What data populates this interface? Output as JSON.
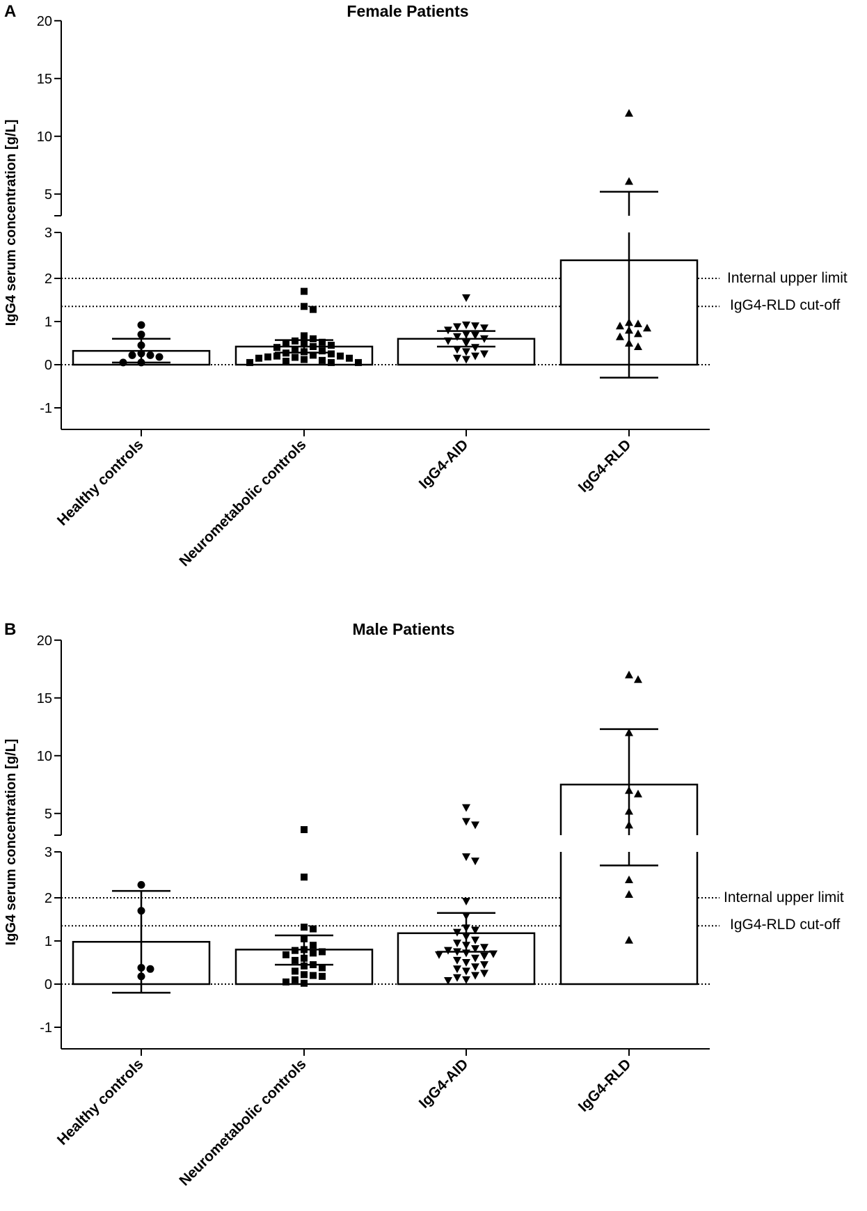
{
  "chart_data": [
    {
      "type": "bar",
      "panel_label": "A",
      "title": "Female Patients",
      "ylabel": "IgG4 serum concentration [g/L]",
      "categories": [
        "Healthy controls",
        "Neurometabolic controls",
        "IgG4-AID",
        "IgG4-RLD"
      ],
      "axis": {
        "segments": [
          [
            -1.5,
            3
          ],
          [
            3,
            20
          ]
        ],
        "break_at": 3,
        "lower_ticks": [
          -1,
          0,
          1,
          2,
          3
        ],
        "upper_ticks": [
          5,
          10,
          15,
          20
        ]
      },
      "bars": [
        {
          "category": "Healthy controls",
          "mean": 0.32,
          "err_low": 0.05,
          "err_high": 0.6,
          "marker": "circle",
          "points": [
            0.92,
            0.7,
            0.45,
            0.26,
            0.22,
            0.22,
            0.18,
            0.05,
            0.05
          ]
        },
        {
          "category": "Neurometabolic controls",
          "mean": 0.42,
          "err_low": 0.28,
          "err_high": 0.57,
          "marker": "square",
          "points": [
            1.7,
            1.35,
            1.28,
            0.67,
            0.6,
            0.55,
            0.52,
            0.5,
            0.48,
            0.45,
            0.42,
            0.4,
            0.35,
            0.32,
            0.3,
            0.27,
            0.25,
            0.22,
            0.2,
            0.2,
            0.18,
            0.17,
            0.15,
            0.15,
            0.12,
            0.1,
            0.08,
            0.05,
            0.05,
            0.05
          ]
        },
        {
          "category": "IgG4-AID",
          "mean": 0.6,
          "err_low": 0.42,
          "err_high": 0.78,
          "marker": "triangle-down",
          "points": [
            1.55,
            0.92,
            0.9,
            0.88,
            0.85,
            0.8,
            0.7,
            0.68,
            0.65,
            0.6,
            0.55,
            0.5,
            0.4,
            0.35,
            0.3,
            0.25,
            0.2,
            0.15,
            0.12
          ]
        },
        {
          "category": "IgG4-RLD",
          "mean": 2.42,
          "err_low": -0.3,
          "err_high": 5.2,
          "marker": "triangle-up",
          "points": [
            12.0,
            6.1,
            0.98,
            0.95,
            0.9,
            0.85,
            0.8,
            0.72,
            0.65,
            0.5,
            0.42
          ]
        }
      ],
      "reference_lines": [
        {
          "label": "Internal upper limit",
          "value": 2.0
        },
        {
          "label": "IgG4-RLD cut-off",
          "value": 1.35
        }
      ]
    },
    {
      "type": "bar",
      "panel_label": "B",
      "title": "Male Patients",
      "ylabel": "IgG4 serum concentration [g/L]",
      "categories": [
        "Healthy controls",
        "Neurometabolic controls",
        "IgG4-AID",
        "IgG4-RLD"
      ],
      "axis": {
        "segments": [
          [
            -1.5,
            3
          ],
          [
            3,
            20
          ]
        ],
        "break_at": 3,
        "lower_ticks": [
          -1,
          0,
          1,
          2,
          3
        ],
        "upper_ticks": [
          5,
          10,
          15,
          20
        ]
      },
      "bars": [
        {
          "category": "Healthy controls",
          "mean": 0.98,
          "err_low": -0.2,
          "err_high": 2.16,
          "marker": "circle",
          "points": [
            2.3,
            1.7,
            0.38,
            0.35,
            0.18
          ]
        },
        {
          "category": "Neurometabolic controls",
          "mean": 0.8,
          "err_low": 0.45,
          "err_high": 1.13,
          "marker": "square",
          "points": [
            3.6,
            2.48,
            1.32,
            1.28,
            1.05,
            0.9,
            0.8,
            0.78,
            0.75,
            0.72,
            0.68,
            0.6,
            0.55,
            0.45,
            0.42,
            0.38,
            0.3,
            0.22,
            0.2,
            0.18,
            0.1,
            0.05,
            0.02
          ]
        },
        {
          "category": "IgG4-AID",
          "mean": 1.18,
          "err_low": 0.75,
          "err_high": 1.65,
          "marker": "triangle-down",
          "points": [
            5.5,
            4.3,
            4.0,
            2.95,
            2.85,
            1.92,
            1.58,
            1.3,
            1.25,
            1.2,
            1.1,
            1.02,
            0.95,
            0.9,
            0.85,
            0.82,
            0.78,
            0.75,
            0.72,
            0.7,
            0.68,
            0.65,
            0.6,
            0.55,
            0.5,
            0.45,
            0.4,
            0.35,
            0.3,
            0.25,
            0.2,
            0.15,
            0.1,
            0.08
          ]
        },
        {
          "category": "IgG4-RLD",
          "mean": 7.5,
          "err_low": 2.75,
          "err_high": 12.3,
          "marker": "triangle-up",
          "points": [
            17.0,
            16.6,
            12.0,
            7.0,
            6.7,
            5.2,
            4.0,
            2.42,
            2.08,
            1.02
          ]
        }
      ],
      "reference_lines": [
        {
          "label": "Internal upper limit",
          "value": 2.0
        },
        {
          "label": "IgG4-RLD cut-off",
          "value": 1.35
        }
      ]
    }
  ]
}
